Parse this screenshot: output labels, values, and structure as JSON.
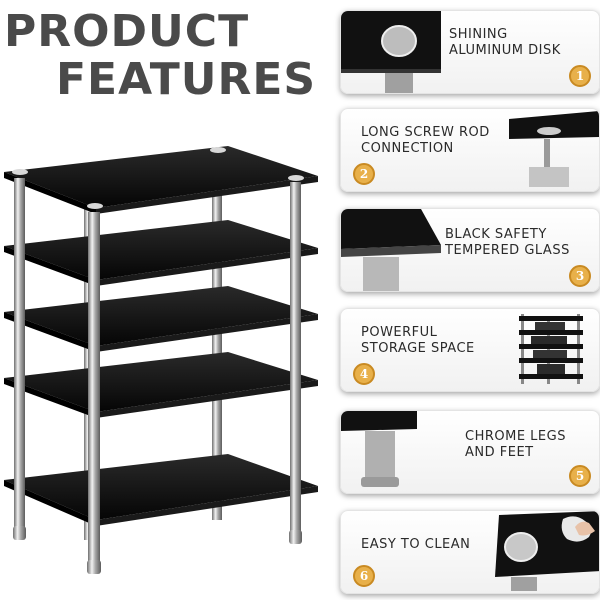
{
  "headline": {
    "line1": "PRODUCT",
    "line2": "FEATURES"
  },
  "features": [
    {
      "number": "1",
      "text_lines": [
        "SHINING",
        "ALUMINUM DISK"
      ],
      "icon": "aluminum-disk-icon"
    },
    {
      "number": "2",
      "text_lines": [
        "LONG SCREW ROD",
        "CONNECTION"
      ],
      "icon": "screw-rod-icon"
    },
    {
      "number": "3",
      "text_lines": [
        "BLACK SAFETY",
        "TEMPERED GLASS"
      ],
      "icon": "glass-shelf-icon"
    },
    {
      "number": "4",
      "text_lines": [
        "POWERFUL",
        "STORAGE SPACE"
      ],
      "icon": "storage-rack-icon"
    },
    {
      "number": "5",
      "text_lines": [
        "CHROME LEGS",
        "AND FEET"
      ],
      "icon": "chrome-leg-icon"
    },
    {
      "number": "6",
      "text_lines": [
        "EASY TO CLEAN"
      ],
      "icon": "cleaning-cloth-icon"
    }
  ],
  "colors": {
    "badge": "#e8b04a",
    "glass": "#111111",
    "chrome": "#c0c0c0",
    "headline": "#4a4a4a"
  }
}
